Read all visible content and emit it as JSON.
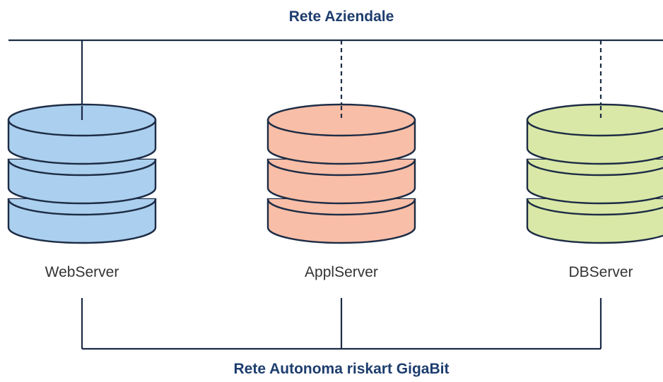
{
  "networks": {
    "corporate": {
      "label": "Rete Aziendale"
    },
    "gigabit": {
      "label": "Rete Autonoma riskart GigaBit"
    }
  },
  "servers": [
    {
      "label": "WebServer",
      "color": "#abcfee",
      "corporate_link": "solid"
    },
    {
      "label": "ApplServer",
      "color": "#f8bea7",
      "corporate_link": "dashed"
    },
    {
      "label": "DBServer",
      "color": "#d9e8a6",
      "corporate_link": "dashed"
    }
  ],
  "colors": {
    "line": "#1d2c45",
    "title": "#1d3d6e"
  }
}
